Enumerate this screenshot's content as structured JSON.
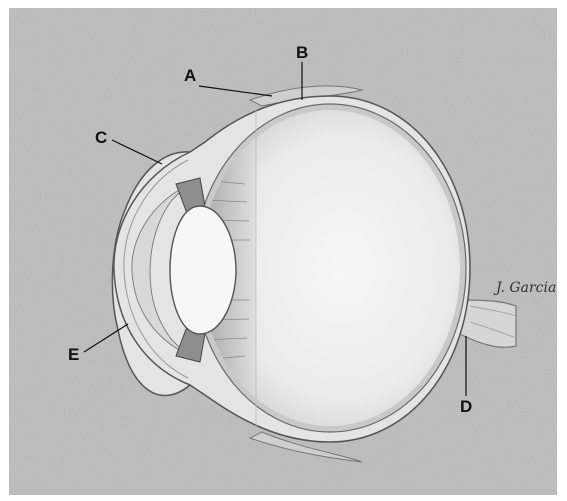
{
  "labels": {
    "a": "A",
    "b": "B",
    "c": "C",
    "d": "D",
    "e": "E"
  },
  "signature": "J. Garcia",
  "colors": {
    "background": "#bdbdbd",
    "sclera": "#e4e4e4",
    "vitreous": "#f2f2f2",
    "lens": "#f7f7f7",
    "ink": "#111111"
  }
}
